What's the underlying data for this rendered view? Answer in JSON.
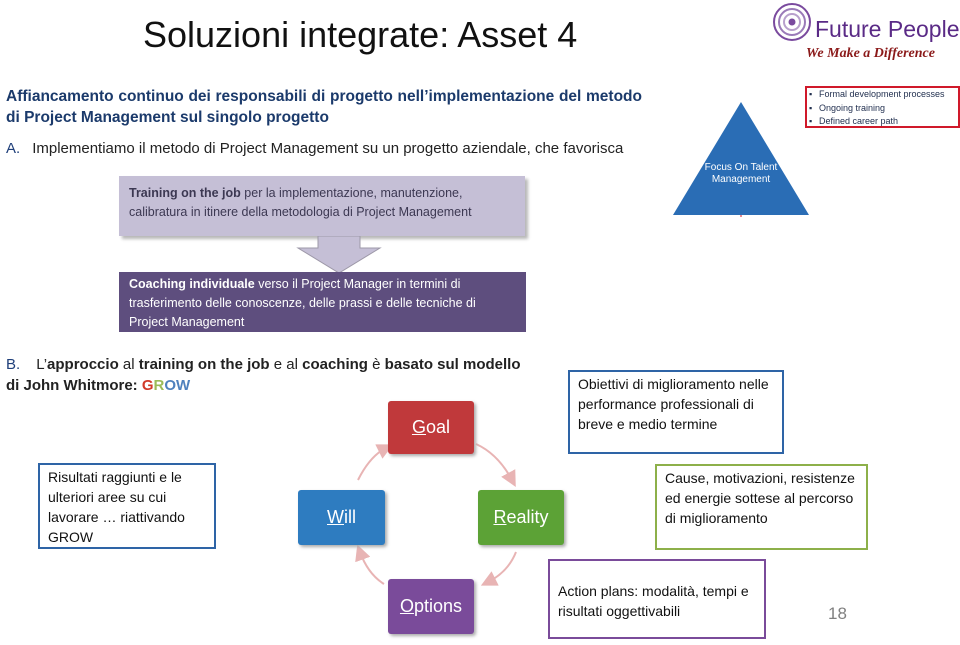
{
  "title": "Soluzioni integrate: Asset 4",
  "subtitle": "Affiancamento continuo dei responsabili di progetto nell’implementazione del metodo di Project Management sul singolo progetto",
  "point_a": {
    "label": "A.",
    "text": "Implementiamo il metodo di Project Management su un progetto aziendale, che favorisca"
  },
  "training_box": {
    "bold": "Training on the job",
    "text": " per la implementazione, manutenzione, calibratura in itinere della metodologia di Project Management"
  },
  "coaching_box": {
    "bold": "Coaching individuale",
    "text": " verso il Project Manager in termini di trasferimento delle conoscenze, delle prassi e delle  tecniche di Project Management"
  },
  "point_b": {
    "label": "B.",
    "parts": [
      "L’",
      "approccio",
      " al ",
      "training on the job",
      " e al ",
      "coaching",
      " è ",
      "basato sul modello di  John Whitmore:",
      " "
    ],
    "grow": [
      "G",
      "R",
      "O",
      "W"
    ]
  },
  "nodes": {
    "goal": {
      "initial": "G",
      "rest": "oal"
    },
    "will": {
      "initial": "W",
      "rest": "ill"
    },
    "reality": {
      "initial": "R",
      "rest": "eality"
    },
    "options": {
      "initial": "O",
      "rest": "ptions"
    }
  },
  "notes": {
    "goal": "Obiettivi di miglioramento nelle performance professionali di breve e medio termine",
    "will": "Risultati raggiunti e le ulteriori aree su cui lavorare … riattivando GROW",
    "reality": "Cause, motivazioni, resistenze ed energie sottese al percorso di miglioramento",
    "options": "Action plans: modalità, tempi e risultati oggettivabili"
  },
  "logo": {
    "name": "Future People",
    "tagline": "We Make a Difference"
  },
  "triangle": {
    "label": "Focus On Talent Management",
    "items": [
      "Formal development processes",
      "Ongoing training",
      "Defined career path"
    ]
  },
  "page_number": "18",
  "colors": {
    "goal": "#c0393b",
    "will": "#2e7cc0",
    "reality": "#5ca236",
    "options": "#7a4b9a",
    "triangle": "#2a6db5",
    "highlight": "#d0192a"
  }
}
